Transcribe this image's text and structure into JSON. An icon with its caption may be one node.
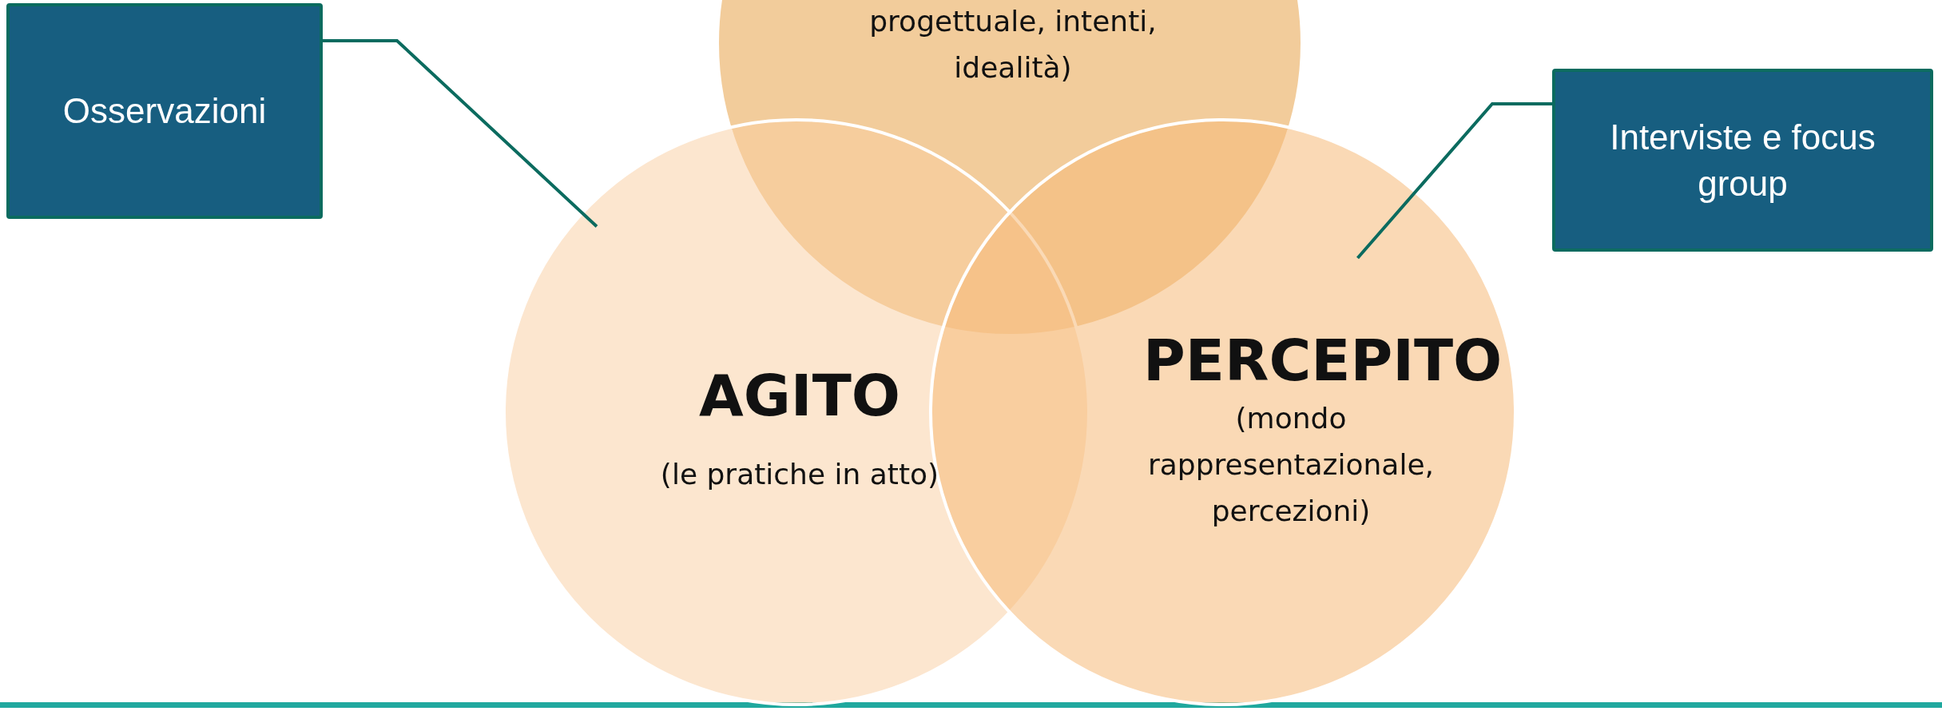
{
  "diagram": {
    "nodes": [
      {
        "text": [
          "progettuale, intenti, idealità)"
        ]
      },
      {
        "text": [
          "AGITO",
          "(le pratiche in atto)"
        ]
      },
      {
        "text": [
          "PERCEPITO",
          "(mondo rappresentazionale, percezioni)"
        ]
      },
      {
        "text": [
          "Osservazioni"
        ]
      },
      {
        "text": [
          "Interviste e focus group"
        ]
      }
    ],
    "edges": [
      {
        "from": 3,
        "to": 1,
        "arrow": "none"
      },
      {
        "from": 4,
        "to": 2,
        "arrow": "none"
      }
    ]
  }
}
